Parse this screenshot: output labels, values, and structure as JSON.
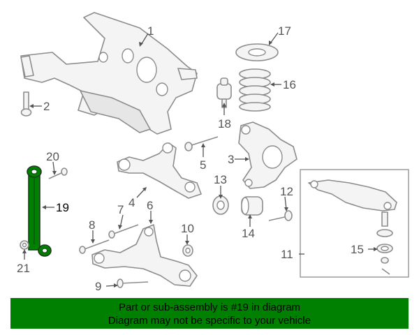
{
  "highlight_color": "#008000",
  "callouts": {
    "c1": "1",
    "c2": "2",
    "c3": "3",
    "c4": "4",
    "c5": "5",
    "c6": "6",
    "c7": "7",
    "c8": "8",
    "c9": "9",
    "c10": "10",
    "c11": "11",
    "c12": "12",
    "c13": "13",
    "c14": "14",
    "c15": "15",
    "c16": "16",
    "c17": "17",
    "c18": "18",
    "c19": "19",
    "c20": "20",
    "c21": "21"
  },
  "banner": {
    "line1": "Part or sub-assembly is #19 in diagram",
    "line2": "Diagram may not be specific to your vehicle"
  }
}
